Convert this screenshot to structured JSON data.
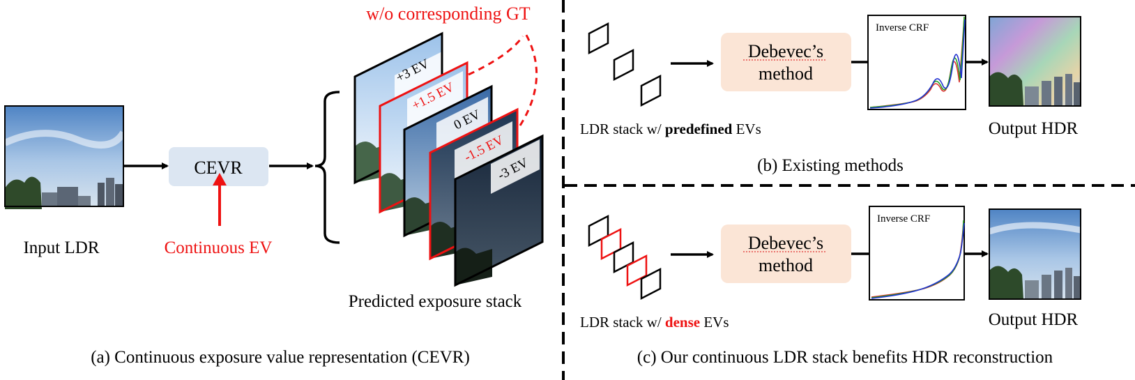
{
  "panel_a": {
    "input_label": "Input LDR",
    "model_label": "CEVR",
    "ev_input_label": "Continuous EV",
    "gt_note": "w/o corresponding GT",
    "stack_label": "Predicted exposure stack",
    "caption": "(a) Continuous exposure value representation (CEVR)",
    "frames": [
      {
        "ev": "+3 EV",
        "highlight": false
      },
      {
        "ev": "+1.5 EV",
        "highlight": true
      },
      {
        "ev": "0 EV",
        "highlight": false
      },
      {
        "ev": "-1.5 EV",
        "highlight": true
      },
      {
        "ev": "-3 EV",
        "highlight": false
      }
    ]
  },
  "panel_b": {
    "stack_prefix": "LDR stack w/ ",
    "stack_bold": "predefined",
    "stack_suffix": " EVs",
    "method_line1": "Debevec’s",
    "method_line2": "method",
    "crf_label": "Inverse CRF",
    "output_label": "Output HDR",
    "caption": "(b) Existing methods"
  },
  "panel_c": {
    "stack_prefix": "LDR stack w/ ",
    "stack_bold": "dense",
    "stack_suffix": " EVs",
    "method_line1": "Debevec’s",
    "method_line2": "method",
    "crf_label": "Inverse CRF",
    "output_label": "Output HDR",
    "caption": "(c) Our continuous LDR stack benefits HDR reconstruction"
  },
  "colors": {
    "accent_red": "#ee1111",
    "model_box": "#dce6f2",
    "method_box": "#fbe5d6",
    "crf_red": "#e03030",
    "crf_green": "#20a020",
    "crf_blue": "#2030d0"
  }
}
